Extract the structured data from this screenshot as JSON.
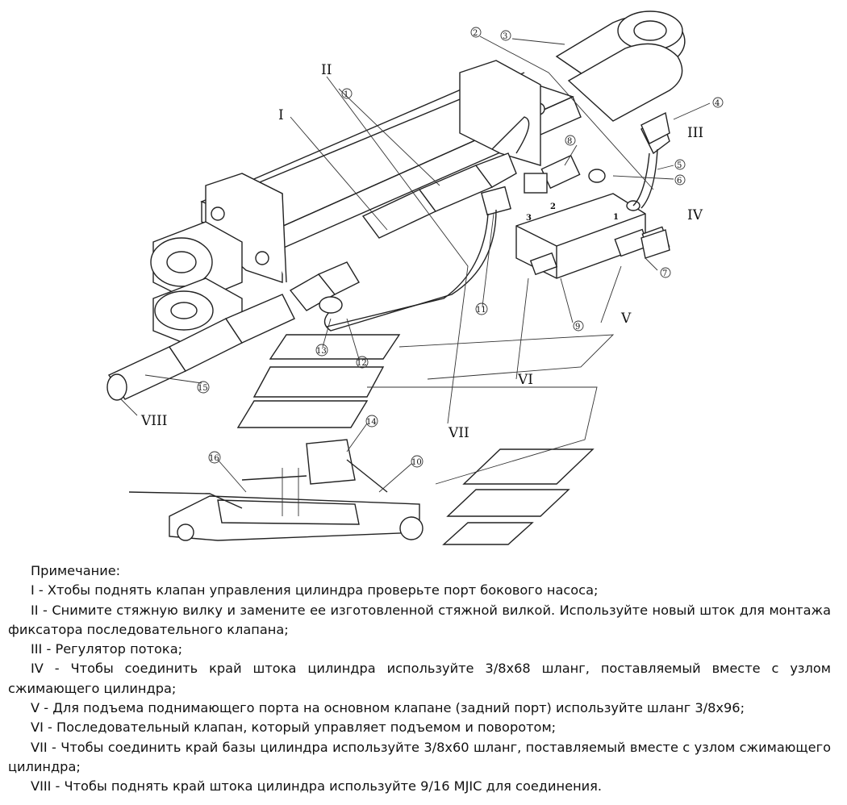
{
  "diagram": {
    "roman_labels": [
      {
        "id": "I",
        "text": "I"
      },
      {
        "id": "II",
        "text": "II"
      },
      {
        "id": "III",
        "text": "III"
      },
      {
        "id": "IV",
        "text": "IV"
      },
      {
        "id": "V",
        "text": "V"
      },
      {
        "id": "VI",
        "text": "VI"
      },
      {
        "id": "VII",
        "text": "VII"
      },
      {
        "id": "VIII",
        "text": "VIII"
      }
    ],
    "part_numbers": [
      "1",
      "2",
      "3",
      "4",
      "5",
      "6",
      "7",
      "8",
      "9",
      "10",
      "11",
      "12",
      "13",
      "14",
      "15",
      "16"
    ],
    "valve_port_labels": [
      "1",
      "2",
      "3"
    ]
  },
  "notes": {
    "title": "Примечание:",
    "items": [
      "I - Хтобы поднять клапан управления цилиндра проверьте порт бокового насоса;",
      "II - Снимите стяжную вилку и замените ее изготовленной стяжной вилкой. Используйте новый шток для монтажа фиксатора последовательного клапана;",
      "III - Регулятор потока;",
      "IV - Чтобы соединить край штока цилиндра используйте 3/8x68 шланг, поставляемый вместе с узлом сжимающего цилиндра;",
      "V - Для подъема поднимающего порта на основном клапане (задний порт) используйте шланг 3/8x96;",
      "VI - Последовательный клапан, который управляет подъемом и поворотом;",
      "VII - Чтобы соединить край базы цилиндра используйте 3/8x60 шланг, поставляемый вместе с узлом сжимающего цилиндра;",
      "VIII - Чтобы поднять край штока цилиндра используйте 9/16 MJIC для соединения."
    ]
  }
}
